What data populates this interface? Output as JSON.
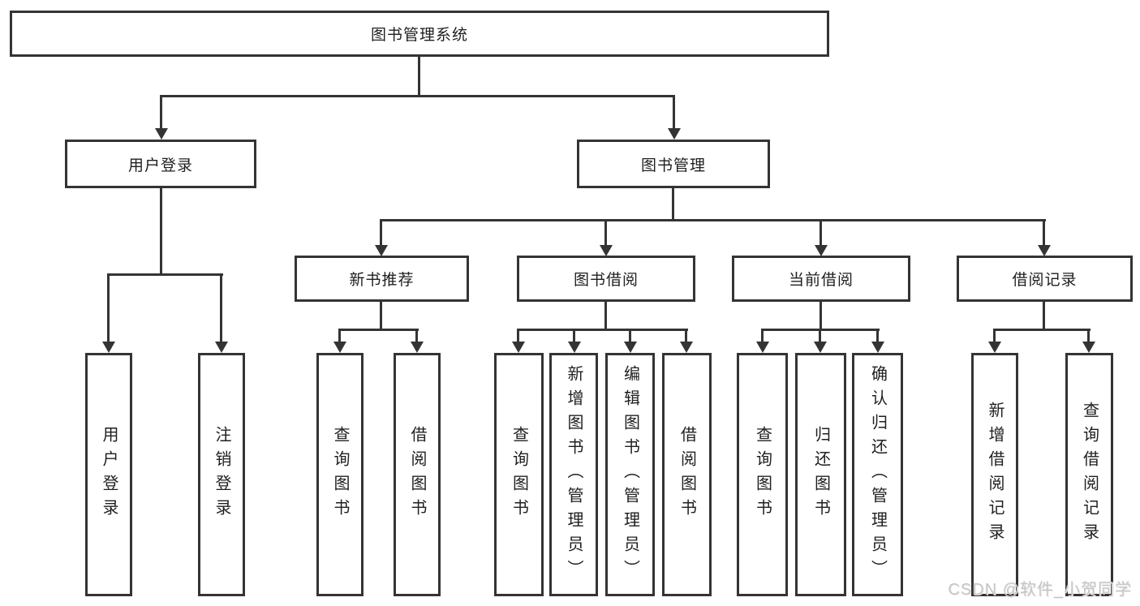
{
  "diagram": {
    "root": {
      "label": "图书管理系统"
    },
    "level2": {
      "user_login": {
        "label": "用户登录"
      },
      "book_management": {
        "label": "图书管理"
      }
    },
    "level3": {
      "new_book_recommend": {
        "label": "新书推荐"
      },
      "book_borrow": {
        "label": "图书借阅"
      },
      "current_borrow": {
        "label": "当前借阅"
      },
      "borrow_records": {
        "label": "借阅记录"
      }
    },
    "leaves": {
      "user_login": {
        "label": "用户登录"
      },
      "logout_login": {
        "label": "注销登录"
      },
      "query_books_rec": {
        "label": "查询图书"
      },
      "borrow_books_rec": {
        "label": "借阅图书"
      },
      "query_books_borrow": {
        "label": "查询图书"
      },
      "add_book_admin": {
        "label": "新增图书（管理员）"
      },
      "edit_book_admin": {
        "label": "编辑图书（管理员）"
      },
      "borrow_books": {
        "label": "借阅图书"
      },
      "query_books_current": {
        "label": "查询图书"
      },
      "return_book": {
        "label": "归还图书"
      },
      "confirm_return_admin": {
        "label": "确认归还（管理员）"
      },
      "add_borrow_record": {
        "label": "新增借阅记录"
      },
      "query_borrow_record": {
        "label": "查询借阅记录"
      }
    }
  },
  "watermark": "CSDN @软件_小贺同学",
  "colors": {
    "line": "#343434",
    "text": "#1f1f1f",
    "watermark": "#c6c6c6",
    "background": "#ffffff"
  }
}
